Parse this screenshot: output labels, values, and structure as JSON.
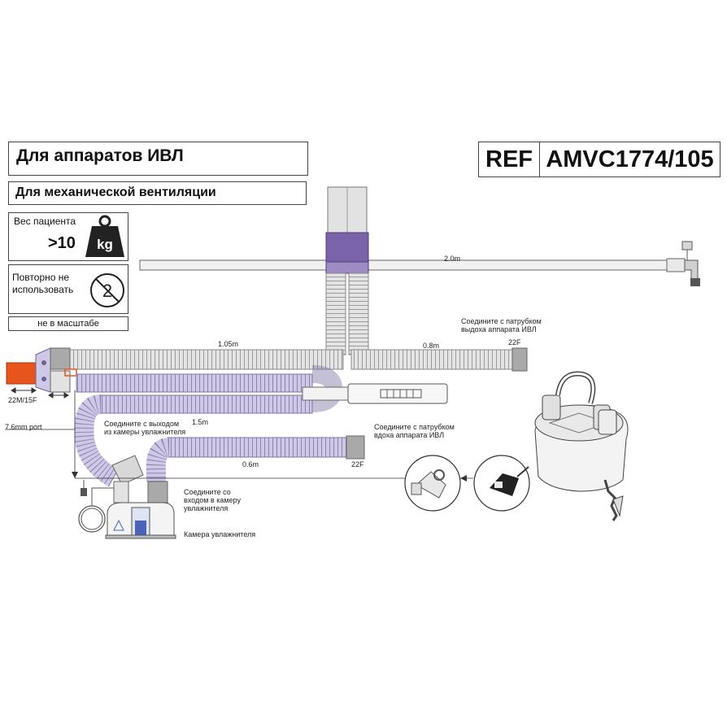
{
  "header": {
    "title": "Для аппаратов ИВЛ",
    "subtitle": "Для механической вентиляции",
    "ref_label": "REF",
    "ref_code": "AMVC1774/105"
  },
  "weight": {
    "label": "Вес пациента",
    "value": ">10",
    "unit": "kg"
  },
  "reuse": {
    "line1": "Повторно не",
    "line2": "использовать",
    "symbol": "2"
  },
  "scale_note": "не в масштабе",
  "labels": {
    "len_2_0": "2.0m",
    "len_1_05": "1.05m",
    "len_0_8": "0.8m",
    "len_1_5": "1.5m",
    "len_0_6": "0.6m",
    "port_22f_a": "22F",
    "port_22f_b": "22F",
    "connector_22m15f": "22M/15F",
    "port_7_6": "7.6mm port",
    "exhale_line1": "Соедините с патрубком",
    "exhale_line2": "выдоха аппарата ИВЛ",
    "inhale_line1": "Соедините с патрубком",
    "inhale_line2": "вдоха аппарата ИВЛ",
    "outlet_line1": "Соедините с выходом",
    "outlet_line2": "из камеры увлажнителя",
    "inlet_line1": "Соедините со",
    "inlet_line2": "входом в камеру",
    "inlet_line3": "увлажнителя",
    "chamber": "Камера увлажнителя"
  },
  "colors": {
    "tube_grey": "#d9d9d9",
    "tube_lilac": "#c9c2e0",
    "connector_purple": "#7a63a8",
    "wye_orange": "#e8541e",
    "outline": "#555555"
  }
}
